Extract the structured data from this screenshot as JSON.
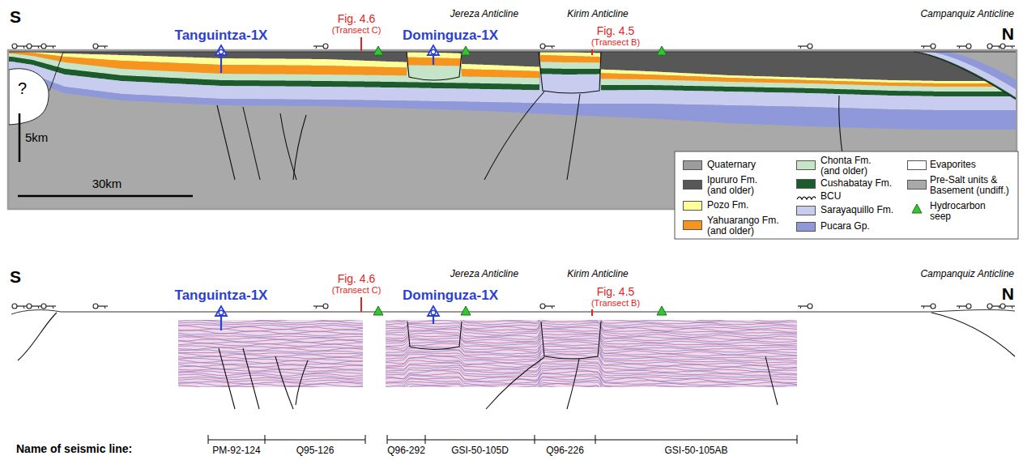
{
  "diagram": {
    "labels": [
      "S",
      "Tanguintza-1X",
      "Fig. 4.6",
      "(Transect C)",
      "Dominguza-1X",
      "Jereza Anticline",
      "Kirim Anticline",
      "Fig. 4.5",
      "(Transect B)",
      "Campanquiz Anticline",
      "N",
      "?",
      "5km",
      "30km",
      "S",
      "Tanguintza-1X",
      "Fig. 4.6",
      "(Transect C)",
      "Dominguza-1X",
      "Jereza Anticline",
      "Kirim Anticline",
      "Fig. 4.5",
      "(Transect B)",
      "Campanquiz Anticline",
      "N",
      "Name of seismic line:",
      "PM-92-124",
      "Q95-126",
      "Q96-292",
      "GSI-50-105D",
      "Q96-226",
      "GSI-50-105AB"
    ],
    "legend": [
      {
        "text": "Quaternary",
        "color": "#9c9c9c"
      },
      {
        "text": "Ipururo Fm. (and older)",
        "color": "#575757"
      },
      {
        "text": "Pozo Fm.",
        "color": "#ffff99"
      },
      {
        "text": "Yahuarango Fm. (and older)",
        "color": "#f7941d"
      },
      {
        "text": "Chonta Fm. (and older)",
        "color": "#c6e5c8"
      },
      {
        "text": "Cushabatay Fm.",
        "color": "#1c5c2c"
      },
      {
        "text": "BCU"
      },
      {
        "text": "Sarayaquillo Fm.",
        "color": "#c8cdf0"
      },
      {
        "text": "Pucara Gp.",
        "color": "#8f98d9"
      },
      {
        "text": "Evaporites",
        "color": "#ffffff"
      },
      {
        "text": "Pre-Salt units & Basement (undiff.)",
        "color": "#a9a9a9"
      },
      {
        "text": "Hydrocarbon seep"
      }
    ]
  }
}
